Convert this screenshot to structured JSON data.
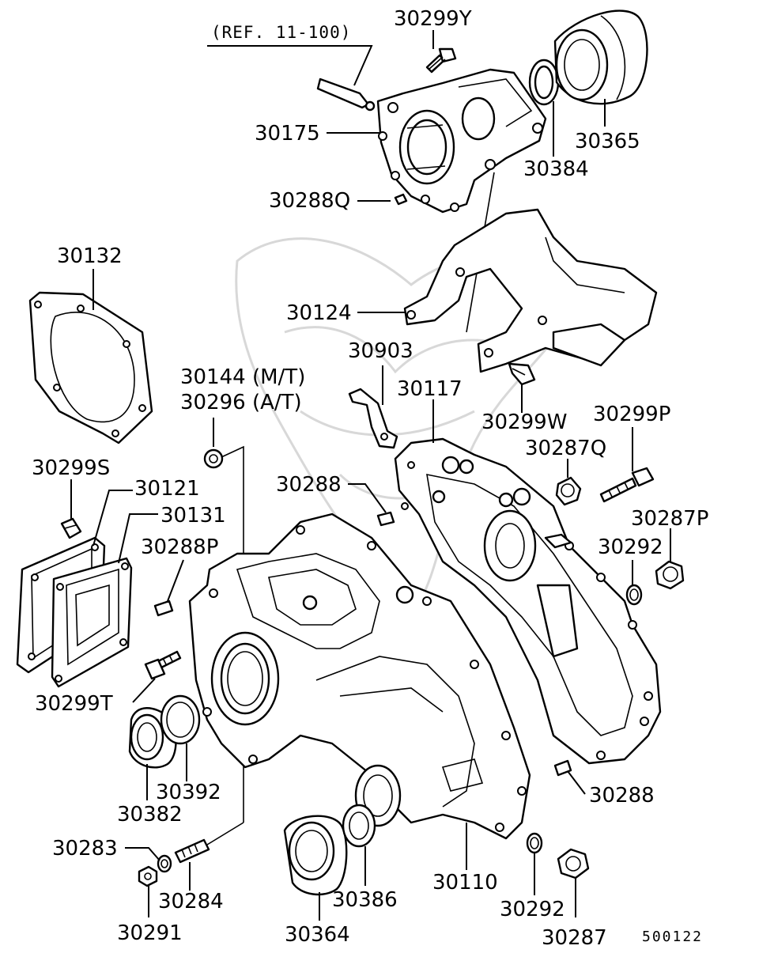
{
  "reference_note": "(REF. 11-100)",
  "diagram_code": "500122",
  "labels": {
    "p30299Y": "30299Y",
    "p30175": "30175",
    "p30365": "30365",
    "p30384": "30384",
    "p30288Q": "30288Q",
    "p30132": "30132",
    "p30124": "30124",
    "p30903": "30903",
    "p30144": "30144 (M/T)",
    "p30296": "30296 (A/T)",
    "p30117": "30117",
    "p30299W": "30299W",
    "p30299P": "30299P",
    "p30299S": "30299S",
    "p30121": "30121",
    "p30288a": "30288",
    "p30287Q": "30287Q",
    "p30131": "30131",
    "p30287P": "30287P",
    "p30288P": "30288P",
    "p30292a": "30292",
    "p30299T": "30299T",
    "p30392": "30392",
    "p30382": "30382",
    "p30288b": "30288",
    "p30283": "30283",
    "p30284": "30284",
    "p30386": "30386",
    "p30110": "30110",
    "p30291": "30291",
    "p30364": "30364",
    "p30292b": "30292",
    "p30287": "30287"
  }
}
